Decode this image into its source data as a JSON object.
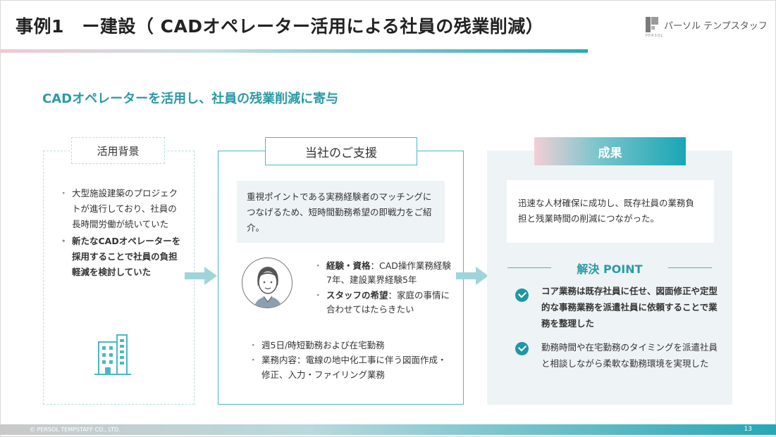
{
  "header": {
    "title": "事例1　ー建設（ CADオペレーター活用による社員の残業削減）",
    "logo_sub": "PERSOL",
    "logo_text": "パーソル テンプスタッフ"
  },
  "lead": "CADオペレーターを活用し、社員の残業削減に寄与",
  "background": {
    "label": "活用背景",
    "items": [
      "大型施設建築のプロジェクトが進行しており、社員の長時間労働が続いていた",
      "新たなCADオペレーターを採用することで社員の負担軽減を検討していた"
    ]
  },
  "support": {
    "label": "当社のご支援",
    "summary": "重視ポイントである実務経験者のマッチングにつなげるため、短時間勤務希望の即戦力をご紹介。",
    "profile": [
      {
        "key": "経験・資格",
        "value": "：CAD操作業務経験7年、建設業界経験5年"
      },
      {
        "key": "スタッフの希望",
        "value": "：家庭の事情に合わせてはたらきたい"
      }
    ],
    "conditions": [
      "週5日/時短勤務および在宅勤務",
      "業務内容：電線の地中化工事に伴う図面作成・修正、入力・ファイリング業務"
    ]
  },
  "result": {
    "label": "成果",
    "summary": "迅速な人材確保に成功し、既存社員の業務負担と残業時間の削減につながった。",
    "point_title": "解決 POINT",
    "points": [
      {
        "bold": "コア業務は既存社員に任せ、図面修正や定型的な事務業務を派遣社員に依頼することで業務を整理した",
        "normal": ""
      },
      {
        "bold": "",
        "normal": "勤務時間や在宅勤務のタイミングを派遣社員と相談しながら柔軟な勤務環境を実現した"
      }
    ]
  },
  "footer": {
    "copyright": "© PERSOL TEMPSTAFF CO., LTD.",
    "page": "13"
  },
  "colors": {
    "accent": "#2a9aa6",
    "border": "#4bb7c2",
    "panel": "#eef3f5"
  }
}
